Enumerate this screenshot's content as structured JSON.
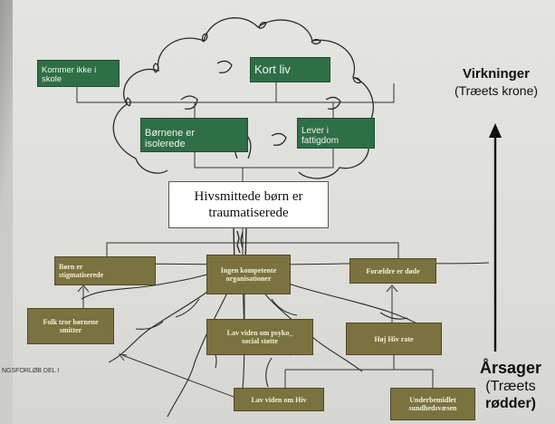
{
  "effects_boxes": {
    "school": "Kommer ikke i skole",
    "short_life": "Kort liv",
    "isolated": "Børnene er isolerede",
    "poverty": "Lever i fattigdom"
  },
  "central_box": "Hivsmittede børn er traumatiserede",
  "cause_boxes": {
    "stigmatized": "Børn er stigmatiserede",
    "no_competent_orgs": "Ingen kompetente organisationer",
    "parents_dead": "Forældre er døde",
    "people_think": "Folk tror børnene smitter",
    "low_psychosocial": "Lav viden om psyko_ social støtte",
    "high_hiv_rate": "Høj Hiv rate",
    "low_hiv_knowledge": "Lav viden om Hiv",
    "underfunded_health": "Underbemidlet sundhedsvæsen"
  },
  "labels": {
    "effects_title": "Virkninger",
    "effects_sub": "(Træets krone)",
    "causes_title": "Årsager",
    "causes_sub_1": "(Træets",
    "causes_sub_2": "rødder)"
  },
  "footer": "NGSFORLØB DEL I",
  "colors": {
    "effect_box": "#2e6f45",
    "cause_box": "#7a7340",
    "central_box": "#ffffff"
  }
}
